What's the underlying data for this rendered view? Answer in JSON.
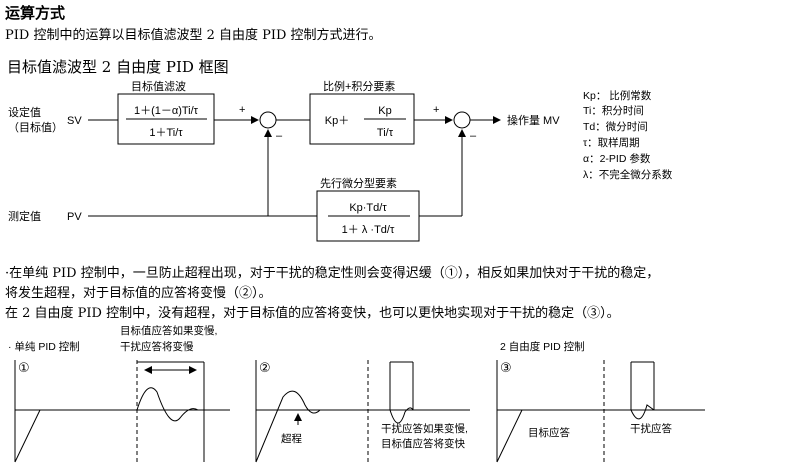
{
  "heading": "运算方式",
  "intro": "PID 控制中的运算以目标值滤波型 2 自由度 PID 控制方式进行。",
  "diagram": {
    "title": "目标值滤波型 2 自由度 PID 框图",
    "setpoint_label_1": "设定值",
    "setpoint_label_2": "（目标值）",
    "sv": "SV",
    "measured_label": "测定值",
    "pv": "PV",
    "filter_block": {
      "title": "目标值滤波",
      "numerator": "1＋(1－α)Ti/τ",
      "denominator": "1＋Ti/τ"
    },
    "pi_block": {
      "title": "比例+积分要素",
      "prefix": "Kp＋",
      "numerator": "Kp",
      "denominator": "Ti/τ"
    },
    "d_block": {
      "title": "先行微分型要素",
      "numerator": "Kp·Td/τ",
      "denominator": "1＋ λ ·Td/τ"
    },
    "output_label": "操作量 MV",
    "plus": "+",
    "minus": "–",
    "legend": [
      "Kp： 比例常数",
      "Ti：积分时间",
      "Td：微分时间",
      "τ：取样周期",
      "α：2-PID 参数",
      "λ：不完全微分系数"
    ]
  },
  "description": [
    "·在单纯 PID 控制中，一旦防止超程出现，对于干扰的稳定性则会变得迟缓（①），相反如果加快对于干扰的稳定，",
    " 将发生超程，对于目标值的应答将变慢（②）。",
    " 在 2 自由度 PID 控制中，没有超程，对于目标值的应答将变快，也可以更快地实现对于干扰的稳定（③）。"
  ],
  "graphs": {
    "simple_pid_label": "· 单纯 PID 控制",
    "two_dof_label": "2 自由度 PID 控制",
    "note_top_1": "目标值应答如果变慢,",
    "note_top_2": "干扰应答将变慢",
    "g1_tag": "①",
    "g2_tag": "②",
    "g3_tag": "③",
    "overshoot": "超程",
    "g2_note_1": "干扰应答如果变慢,",
    "g2_note_2": "目标值应答将变快",
    "target_response": "目标应答",
    "disturbance_response": "干扰应答"
  }
}
